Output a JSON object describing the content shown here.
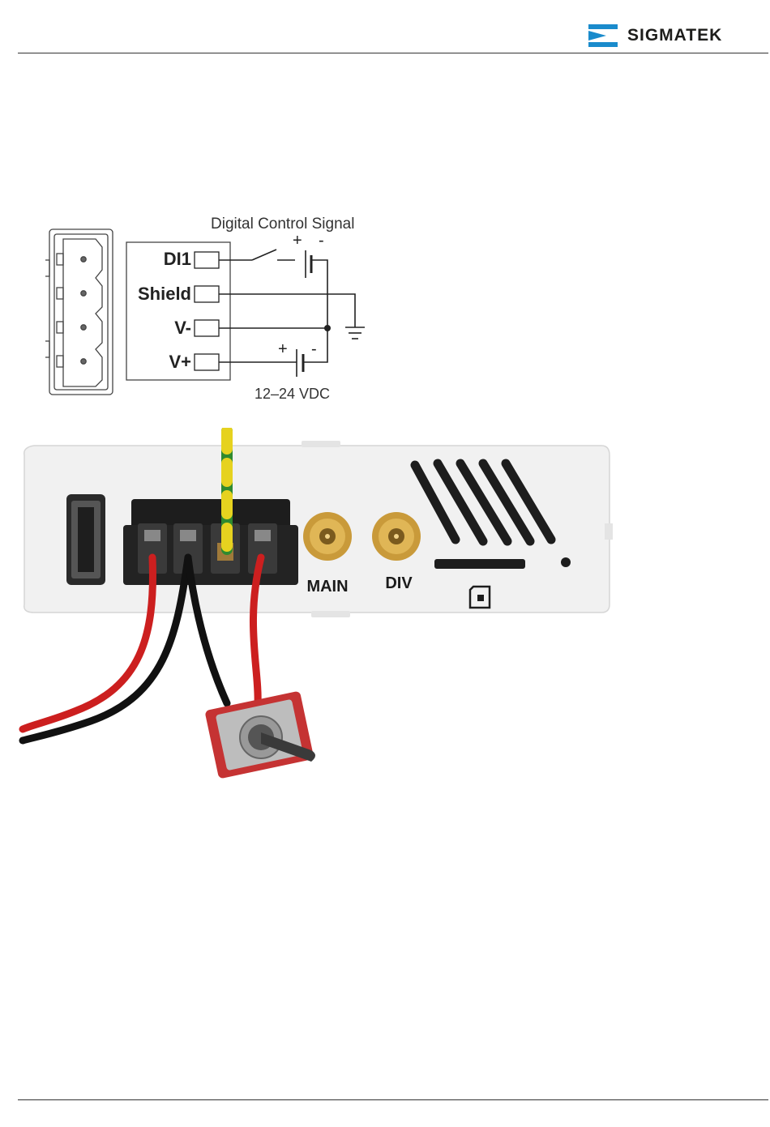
{
  "header": {
    "brand_name": "SIGMATEK",
    "brand_color": "#1a8bcc"
  },
  "diagram": {
    "title": "Digital Control Signal",
    "pins": [
      "DI1",
      "Shield",
      "V-",
      "V+"
    ],
    "signal_polarity": {
      "plus": "+",
      "minus": "-"
    },
    "supply_polarity": {
      "plus": "+",
      "minus": "-"
    },
    "supply_label": "12–24 VDC"
  },
  "device": {
    "antenna_main_label": "MAIN",
    "antenna_div_label": "DIV"
  }
}
